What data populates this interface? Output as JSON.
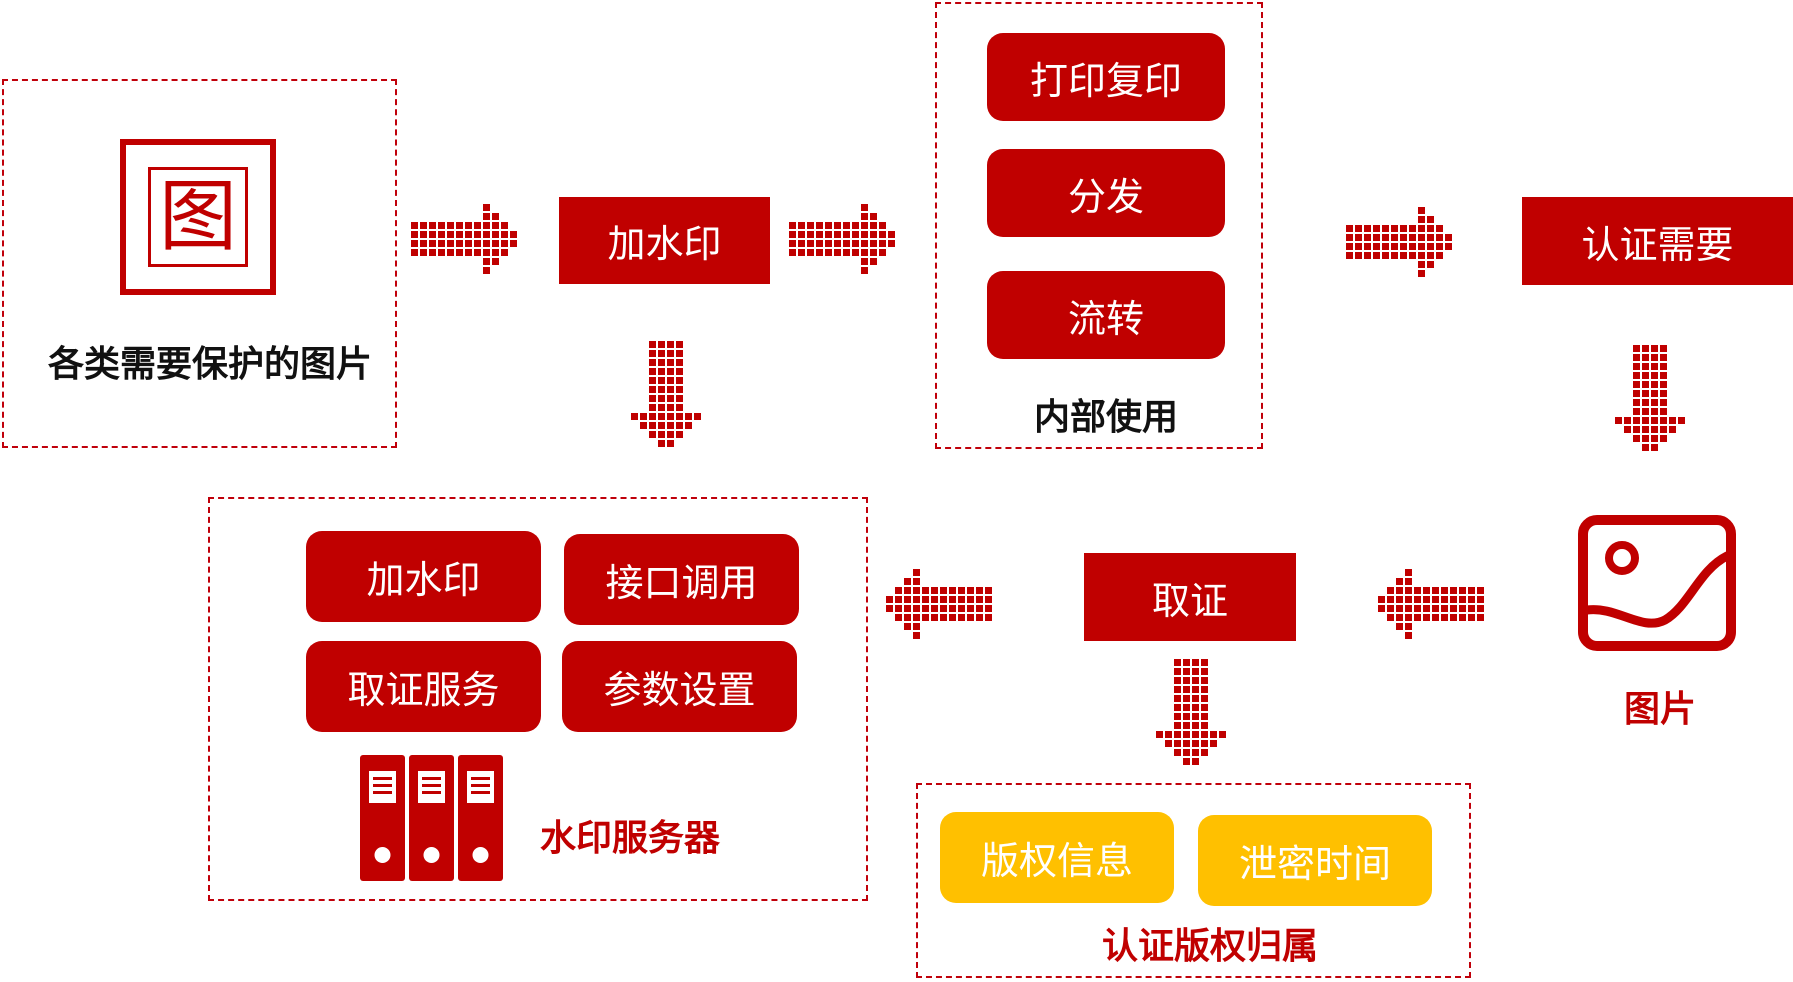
{
  "source": {
    "icon_char": "图",
    "caption": "各类需要保护的图片"
  },
  "top_flow": {
    "watermark_step": "加水印"
  },
  "internal_use": {
    "items": [
      "打印复印",
      "分发",
      "流转"
    ],
    "caption": "内部使用"
  },
  "certification": {
    "label": "认证需要"
  },
  "image_node": {
    "caption": "图片"
  },
  "forensics": {
    "label": "取证"
  },
  "watermark_server": {
    "items": [
      "加水印",
      "接口调用",
      "取证服务",
      "参数设置"
    ],
    "caption": "水印服务器"
  },
  "copyright": {
    "items": [
      "版权信息",
      "泄密时间"
    ],
    "caption": "认证版权归属"
  },
  "colors": {
    "red": "#c00000",
    "yellow": "#ffc000",
    "dash": "#c0000a"
  }
}
